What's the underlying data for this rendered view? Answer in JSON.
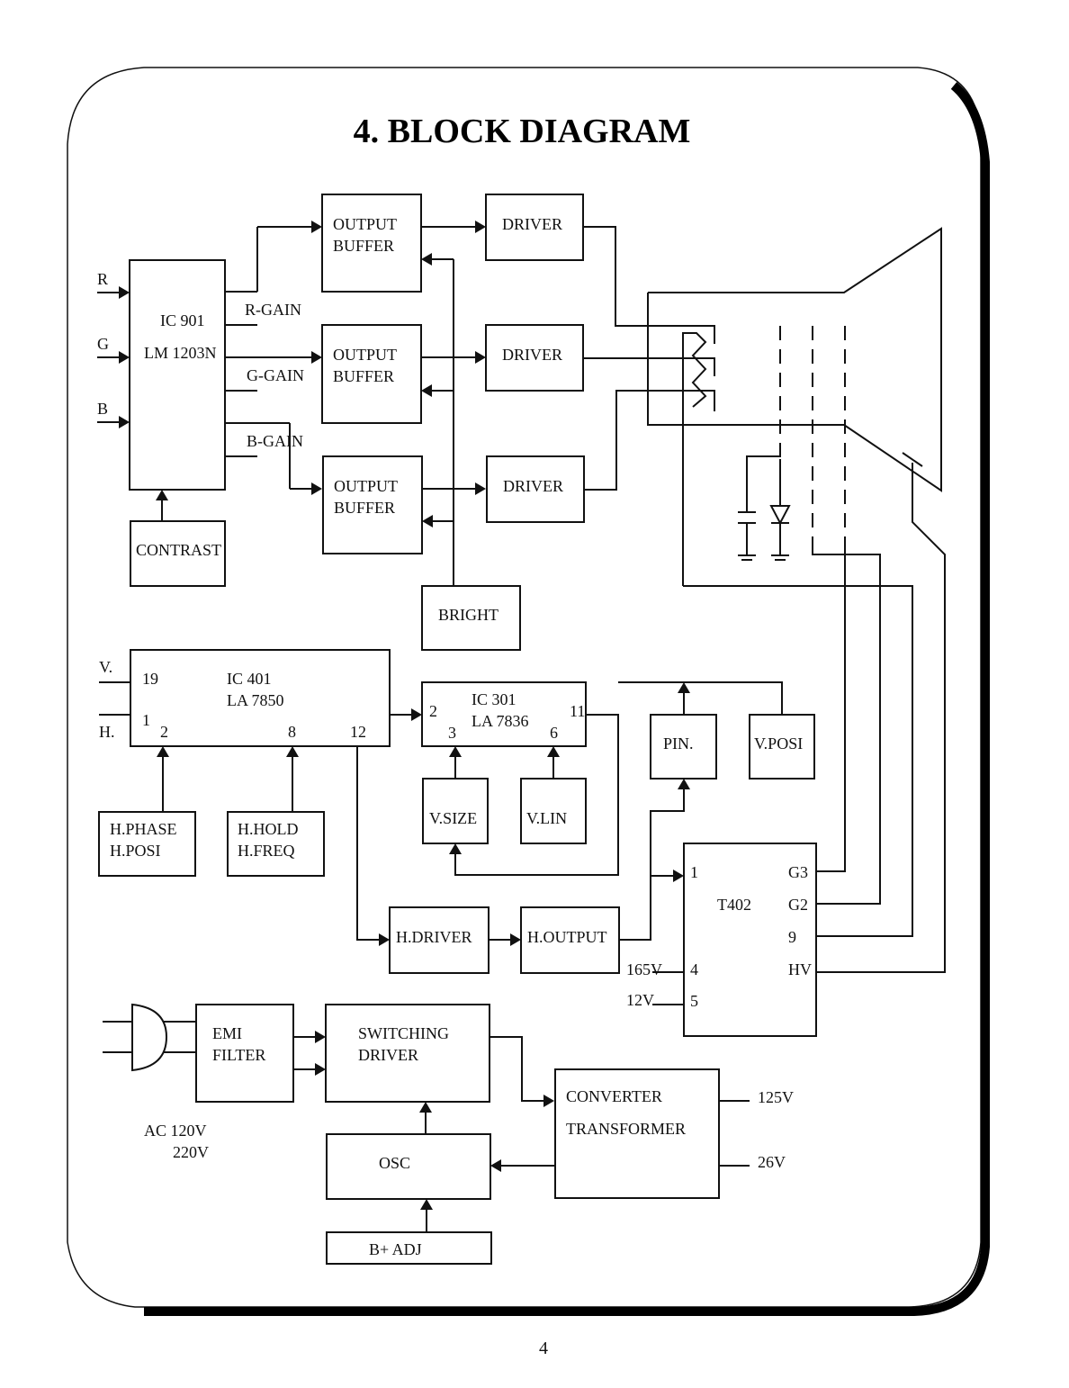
{
  "page": {
    "title": "4.  BLOCK DIAGRAM",
    "page_number": "4"
  },
  "inputs": {
    "r": "R",
    "g": "G",
    "b": "B",
    "v": "V.",
    "h": "H."
  },
  "blocks": {
    "ic901": {
      "line1": "IC 901",
      "line2": "LM 1203N"
    },
    "contrast": "CONTRAST",
    "output_buffer_r": {
      "line1": "OUTPUT",
      "line2": "BUFFER"
    },
    "output_buffer_g": {
      "line1": "OUTPUT",
      "line2": "BUFFER"
    },
    "output_buffer_b": {
      "line1": "OUTPUT",
      "line2": "BUFFER"
    },
    "driver_r": "DRIVER",
    "driver_g": "DRIVER",
    "driver_b": "DRIVER",
    "bright": "BRIGHT",
    "ic401": {
      "line1": "IC 401",
      "line2": "LA 7850"
    },
    "ic301": {
      "line1": "IC 301",
      "line2": "LA 7836"
    },
    "h_phase": {
      "line1": "H.PHASE",
      "line2": "H.POSI"
    },
    "h_hold": {
      "line1": "H.HOLD",
      "line2": "H.FREQ"
    },
    "v_size": "V.SIZE",
    "v_lin": "V.LIN",
    "pin": "PIN.",
    "v_posi": "V.POSI",
    "h_driver": "H.DRIVER",
    "h_output": "H.OUTPUT",
    "t402": "T402",
    "emi_filter": {
      "line1": "EMI",
      "line2": "FILTER"
    },
    "switching_driver": {
      "line1": "SWITCHING",
      "line2": "DRIVER"
    },
    "converter_transformer": {
      "line1": "CONVERTER",
      "line2": "TRANSFORMER"
    },
    "osc": "OSC",
    "b_plus_adj": "B+ ADJ"
  },
  "signals": {
    "r_gain": "R-GAIN",
    "g_gain": "G-GAIN",
    "b_gain": "B-GAIN"
  },
  "pins": {
    "ic401": {
      "p19": "19",
      "p1": "1",
      "p2": "2",
      "p8": "8",
      "p12": "12"
    },
    "ic301": {
      "p2": "2",
      "p3": "3",
      "p6": "6",
      "p11": "11"
    },
    "t402": {
      "p1": "1",
      "g3": "G3",
      "g2": "G2",
      "p9": "9",
      "p4": "4",
      "hv": "HV",
      "p5": "5"
    }
  },
  "voltages": {
    "v165": "165V",
    "v12": "12V",
    "v125": "125V",
    "v26": "26V",
    "ac_line1": "AC 120V",
    "ac_line2": "220V"
  }
}
